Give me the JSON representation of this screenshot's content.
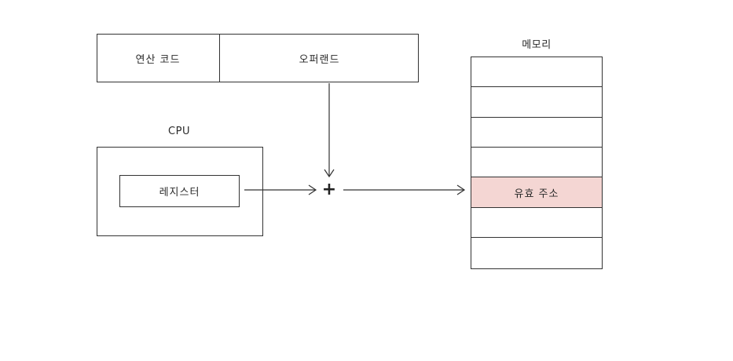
{
  "instruction": {
    "opcode_label": "연산 코드",
    "operand_label": "오퍼랜드"
  },
  "cpu": {
    "title": "CPU",
    "register_label": "레지스터"
  },
  "adder": {
    "symbol": "+"
  },
  "memory": {
    "title": "메모리",
    "cell_count": 7,
    "highlight_index": 4,
    "highlight_label": "유효 주소",
    "highlight_color": "#f4d6d3"
  },
  "colors": {
    "line": "#333333",
    "text": "#2a2a2a"
  }
}
